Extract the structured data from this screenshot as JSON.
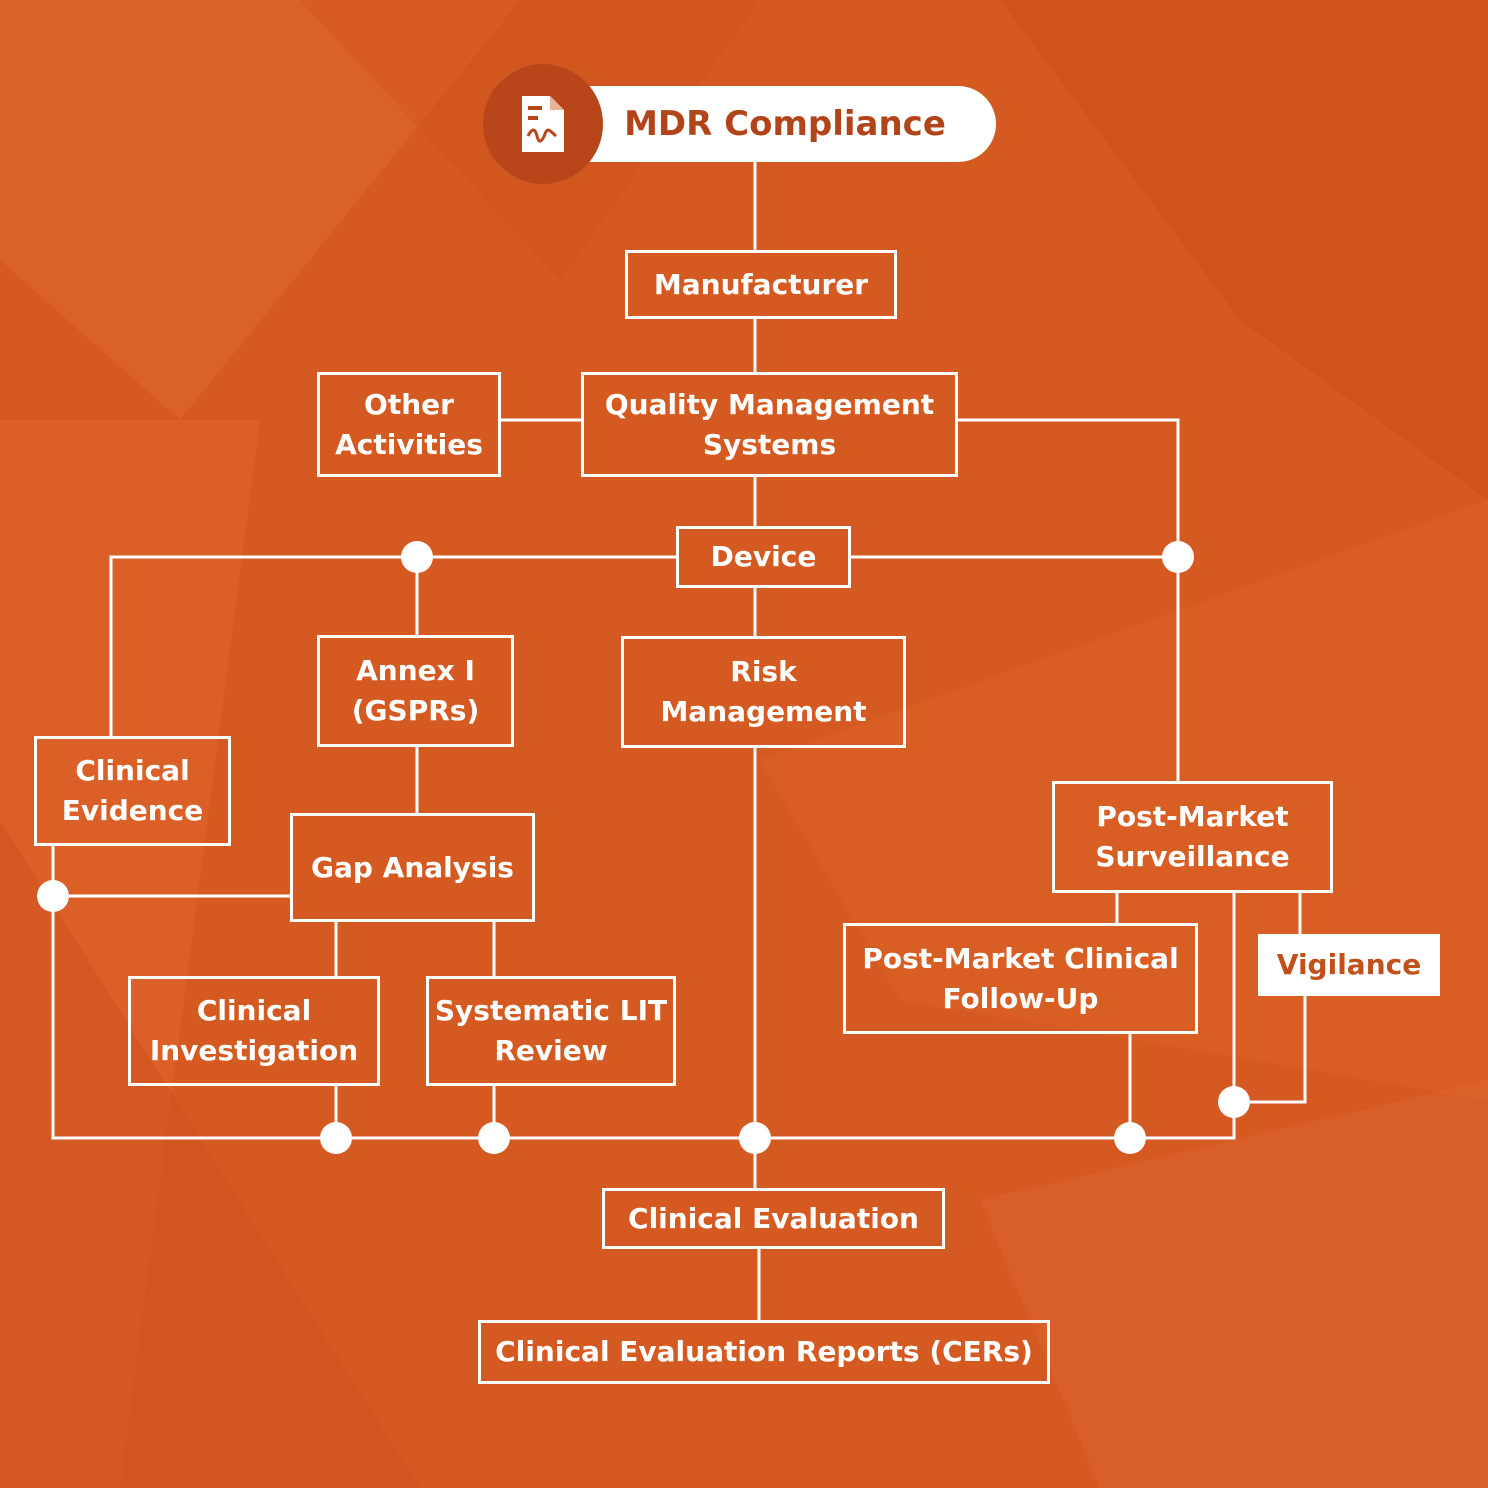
{
  "title": "MDR Compliance",
  "icon": "document-signature-icon",
  "colors": {
    "background": "#d55a22",
    "accent_dark": "#b9461a",
    "text_accent": "#b2441a",
    "line": "#ffffff"
  },
  "nodes": {
    "manufacturer": "Manufacturer",
    "other_activities": "Other\nActivities",
    "qms": "Quality Management\nSystems",
    "device": "Device",
    "annex": "Annex I\n(GSPRs)",
    "risk": "Risk\nManagement",
    "clinical_evidence": "Clinical\nEvidence",
    "gap_analysis": "Gap Analysis",
    "clinical_investigation": "Clinical\nInvestigation",
    "lit_review": "Systematic LIT\nReview",
    "pms": "Post-Market\nSurveillance",
    "pmcf": "Post-Market Clinical\nFollow-Up",
    "vigilance": "Vigilance",
    "clinical_evaluation": "Clinical Evaluation",
    "cers": "Clinical Evaluation Reports (CERs)"
  }
}
